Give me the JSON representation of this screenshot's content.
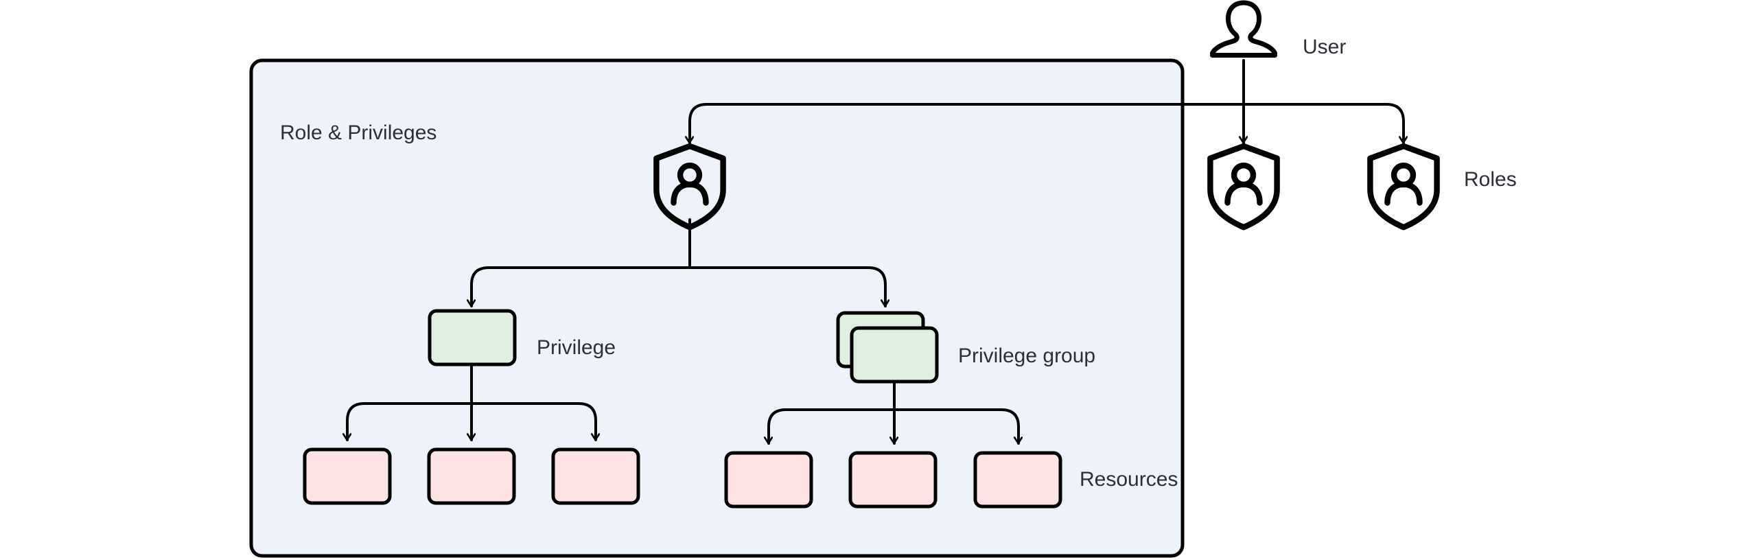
{
  "diagram": {
    "type": "rbac-architecture-diagram",
    "background": "#ffffff",
    "group": {
      "title": "Role & Privileges",
      "fill": "#edf2fb",
      "stroke": "#000000"
    },
    "colors": {
      "privilege_fill": "#dff0e0",
      "resource_fill": "#fde3e3",
      "container_fill": "#edf2fb",
      "stroke": "#000000",
      "text": "#2b2f38"
    },
    "labels": {
      "user": "User",
      "roles": "Roles",
      "privilege": "Privilege",
      "privilege_group": "Privilege group",
      "resources": "Resources",
      "group_title": "Role & Privileges"
    },
    "nodes": [
      {
        "id": "user-icon",
        "kind": "user-icon",
        "label": "User"
      },
      {
        "id": "role-shield-main",
        "kind": "shield-user-icon",
        "label": ""
      },
      {
        "id": "role-shield-middle",
        "kind": "shield-user-icon",
        "label": ""
      },
      {
        "id": "role-shield-right",
        "kind": "shield-user-icon",
        "label": "Roles"
      },
      {
        "id": "privilege-box",
        "kind": "rounded-rect",
        "label": "Privilege",
        "fill": "#dff0e0"
      },
      {
        "id": "privilege-group-box",
        "kind": "stacked-rounded-rect",
        "label": "Privilege group",
        "fill": "#dff0e0"
      },
      {
        "id": "resource-1",
        "kind": "rounded-rect",
        "label": "",
        "fill": "#fde3e3"
      },
      {
        "id": "resource-2",
        "kind": "rounded-rect",
        "label": "",
        "fill": "#fde3e3"
      },
      {
        "id": "resource-3",
        "kind": "rounded-rect",
        "label": "",
        "fill": "#fde3e3"
      },
      {
        "id": "resource-4",
        "kind": "rounded-rect",
        "label": "",
        "fill": "#fde3e3"
      },
      {
        "id": "resource-5",
        "kind": "rounded-rect",
        "label": "",
        "fill": "#fde3e3"
      },
      {
        "id": "resource-6",
        "kind": "rounded-rect",
        "label": "Resources",
        "fill": "#fde3e3"
      }
    ],
    "edges": [
      {
        "from": "user-icon",
        "to": "role-shield-main",
        "style": "orthogonal-arrow"
      },
      {
        "from": "user-icon",
        "to": "role-shield-middle",
        "style": "straight-arrow"
      },
      {
        "from": "user-icon",
        "to": "role-shield-right",
        "style": "orthogonal-arrow"
      },
      {
        "from": "role-shield-main",
        "to": "privilege-box",
        "style": "orthogonal-arrow"
      },
      {
        "from": "role-shield-main",
        "to": "privilege-group-box",
        "style": "orthogonal-arrow"
      },
      {
        "from": "privilege-box",
        "to": "resource-1",
        "style": "orthogonal-arrow"
      },
      {
        "from": "privilege-box",
        "to": "resource-2",
        "style": "straight-arrow"
      },
      {
        "from": "privilege-box",
        "to": "resource-3",
        "style": "orthogonal-arrow"
      },
      {
        "from": "privilege-group-box",
        "to": "resource-4",
        "style": "orthogonal-arrow"
      },
      {
        "from": "privilege-group-box",
        "to": "resource-5",
        "style": "straight-arrow"
      },
      {
        "from": "privilege-group-box",
        "to": "resource-6",
        "style": "orthogonal-arrow"
      }
    ]
  }
}
